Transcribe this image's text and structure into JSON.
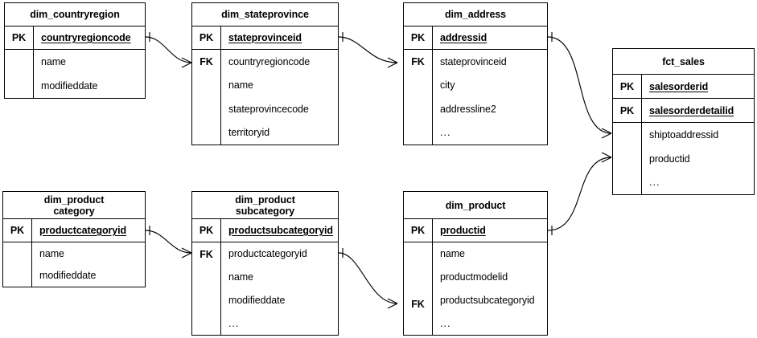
{
  "diagram": {
    "type": "entity-relationship-diagram",
    "notation": "crow's-foot",
    "background": "#ffffff",
    "line_color": "#000000"
  },
  "entities": [
    {
      "id": "dim_countryregion",
      "title": "dim_countryregion",
      "keys": [
        {
          "tag": "PK",
          "field": "countryregioncode"
        }
      ],
      "attributes": [
        "name",
        "modifieddate"
      ],
      "fk_tag": ""
    },
    {
      "id": "dim_stateprovince",
      "title": "dim_stateprovince",
      "keys": [
        {
          "tag": "PK",
          "field": "stateprovinceid"
        }
      ],
      "attributes": [
        "countryregioncode",
        "name",
        "stateprovincecode",
        "territoryid"
      ],
      "fk_tag": "FK"
    },
    {
      "id": "dim_address",
      "title": "dim_address",
      "keys": [
        {
          "tag": "PK",
          "field": "addressid"
        }
      ],
      "attributes": [
        "stateprovinceid",
        "city",
        "addressline2",
        "..."
      ],
      "fk_tag": "FK"
    },
    {
      "id": "fct_sales",
      "title": "fct_sales",
      "keys": [
        {
          "tag": "PK",
          "field": "salesorderid"
        },
        {
          "tag": "PK",
          "field": "salesorderdetailid"
        }
      ],
      "attributes": [
        "shiptoaddressid",
        "productid",
        "..."
      ],
      "fk_tag": ""
    },
    {
      "id": "dim_productcategory",
      "title": "dim_product\ncategory",
      "keys": [
        {
          "tag": "PK",
          "field": "productcategoryid"
        }
      ],
      "attributes": [
        "name",
        "modifieddate"
      ],
      "fk_tag": ""
    },
    {
      "id": "dim_productsubcategory",
      "title": "dim_product\nsubcategory",
      "keys": [
        {
          "tag": "PK",
          "field": "productsubcategoryid"
        }
      ],
      "attributes": [
        "productcategoryid",
        "name",
        "modifieddate",
        "..."
      ],
      "fk_tag": "FK"
    },
    {
      "id": "dim_product",
      "title": "dim_product",
      "keys": [
        {
          "tag": "PK",
          "field": "productid"
        }
      ],
      "attributes": [
        "name",
        "productmodelid",
        "productsubcategoryid",
        "..."
      ],
      "fk_tag": "FK"
    }
  ],
  "relationships": [
    {
      "from": "dim_countryregion.countryregioncode",
      "to": "dim_stateprovince.countryregioncode",
      "cardinality": "one-to-many"
    },
    {
      "from": "dim_stateprovince.stateprovinceid",
      "to": "dim_address.stateprovinceid",
      "cardinality": "one-to-many"
    },
    {
      "from": "dim_address.addressid",
      "to": "fct_sales.shiptoaddressid",
      "cardinality": "one-to-many"
    },
    {
      "from": "dim_productcategory.productcategoryid",
      "to": "dim_productsubcategory.productcategoryid",
      "cardinality": "one-to-many"
    },
    {
      "from": "dim_productsubcategory.productsubcategoryid",
      "to": "dim_product.productsubcategoryid",
      "cardinality": "one-to-many"
    },
    {
      "from": "dim_product.productid",
      "to": "fct_sales.productid",
      "cardinality": "one-to-many"
    }
  ]
}
